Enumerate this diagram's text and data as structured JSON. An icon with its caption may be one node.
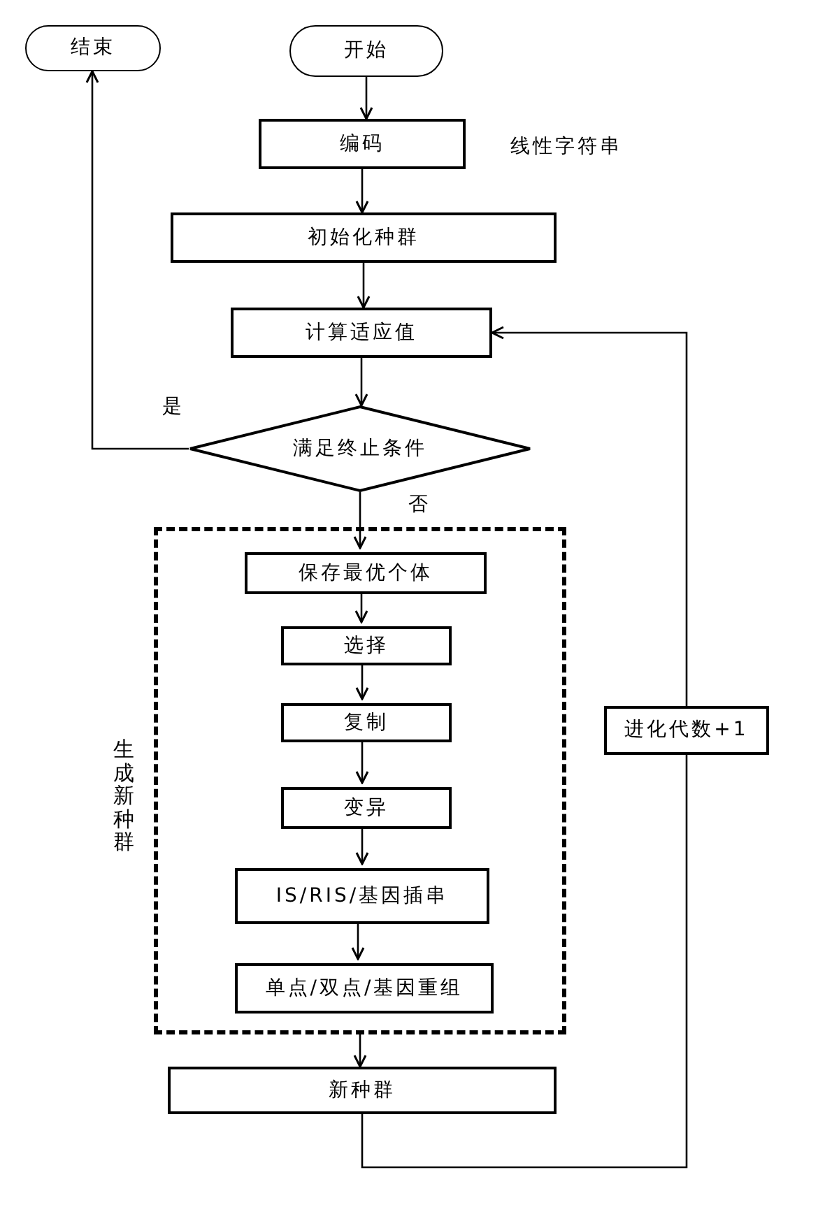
{
  "diagram": {
    "nodes": [
      {
        "text": [
          "结束"
        ]
      },
      {
        "text": [
          "开始"
        ]
      },
      {
        "text": [
          "编码"
        ],
        "beside": [
          "线性字符串"
        ]
      },
      {
        "text": [
          "初始化种群"
        ]
      },
      {
        "text": [
          "计算适应值"
        ]
      },
      {
        "text": [
          "满足终止条件"
        ]
      },
      {
        "text": [
          "生成新种群"
        ]
      },
      {
        "text": [
          "保存最优个体"
        ],
        "in": 6
      },
      {
        "text": [
          "选择"
        ],
        "in": 6
      },
      {
        "text": [
          "复制"
        ],
        "in": 6
      },
      {
        "text": [
          "变异"
        ],
        "in": 6
      },
      {
        "text": [
          "IS/RIS/基因插串"
        ],
        "in": 6
      },
      {
        "text": [
          "单点/双点/基因重组"
        ],
        "in": 6
      },
      {
        "text": [
          "新种群"
        ]
      },
      {
        "text": [
          "进化代数+1"
        ]
      }
    ],
    "edges": [
      {
        "from": 1,
        "to": 2,
        "arrow": "to"
      },
      {
        "from": 2,
        "to": 3,
        "arrow": "to"
      },
      {
        "from": 3,
        "to": 4,
        "arrow": "to"
      },
      {
        "from": 4,
        "to": 5,
        "arrow": "to"
      },
      {
        "from": 5,
        "to": 0,
        "arrow": "to",
        "label": "是"
      },
      {
        "from": 5,
        "to": 7,
        "arrow": "to",
        "label": "否"
      },
      {
        "from": 7,
        "to": 8,
        "arrow": "to"
      },
      {
        "from": 8,
        "to": 9,
        "arrow": "to"
      },
      {
        "from": 9,
        "to": 10,
        "arrow": "to"
      },
      {
        "from": 10,
        "to": 11,
        "arrow": "to"
      },
      {
        "from": 11,
        "to": 12,
        "arrow": "to"
      },
      {
        "from": 6,
        "to": 13,
        "arrow": "to"
      },
      {
        "from": 13,
        "to": 14,
        "arrow": "none"
      },
      {
        "from": 14,
        "to": 4,
        "arrow": "to"
      }
    ]
  }
}
